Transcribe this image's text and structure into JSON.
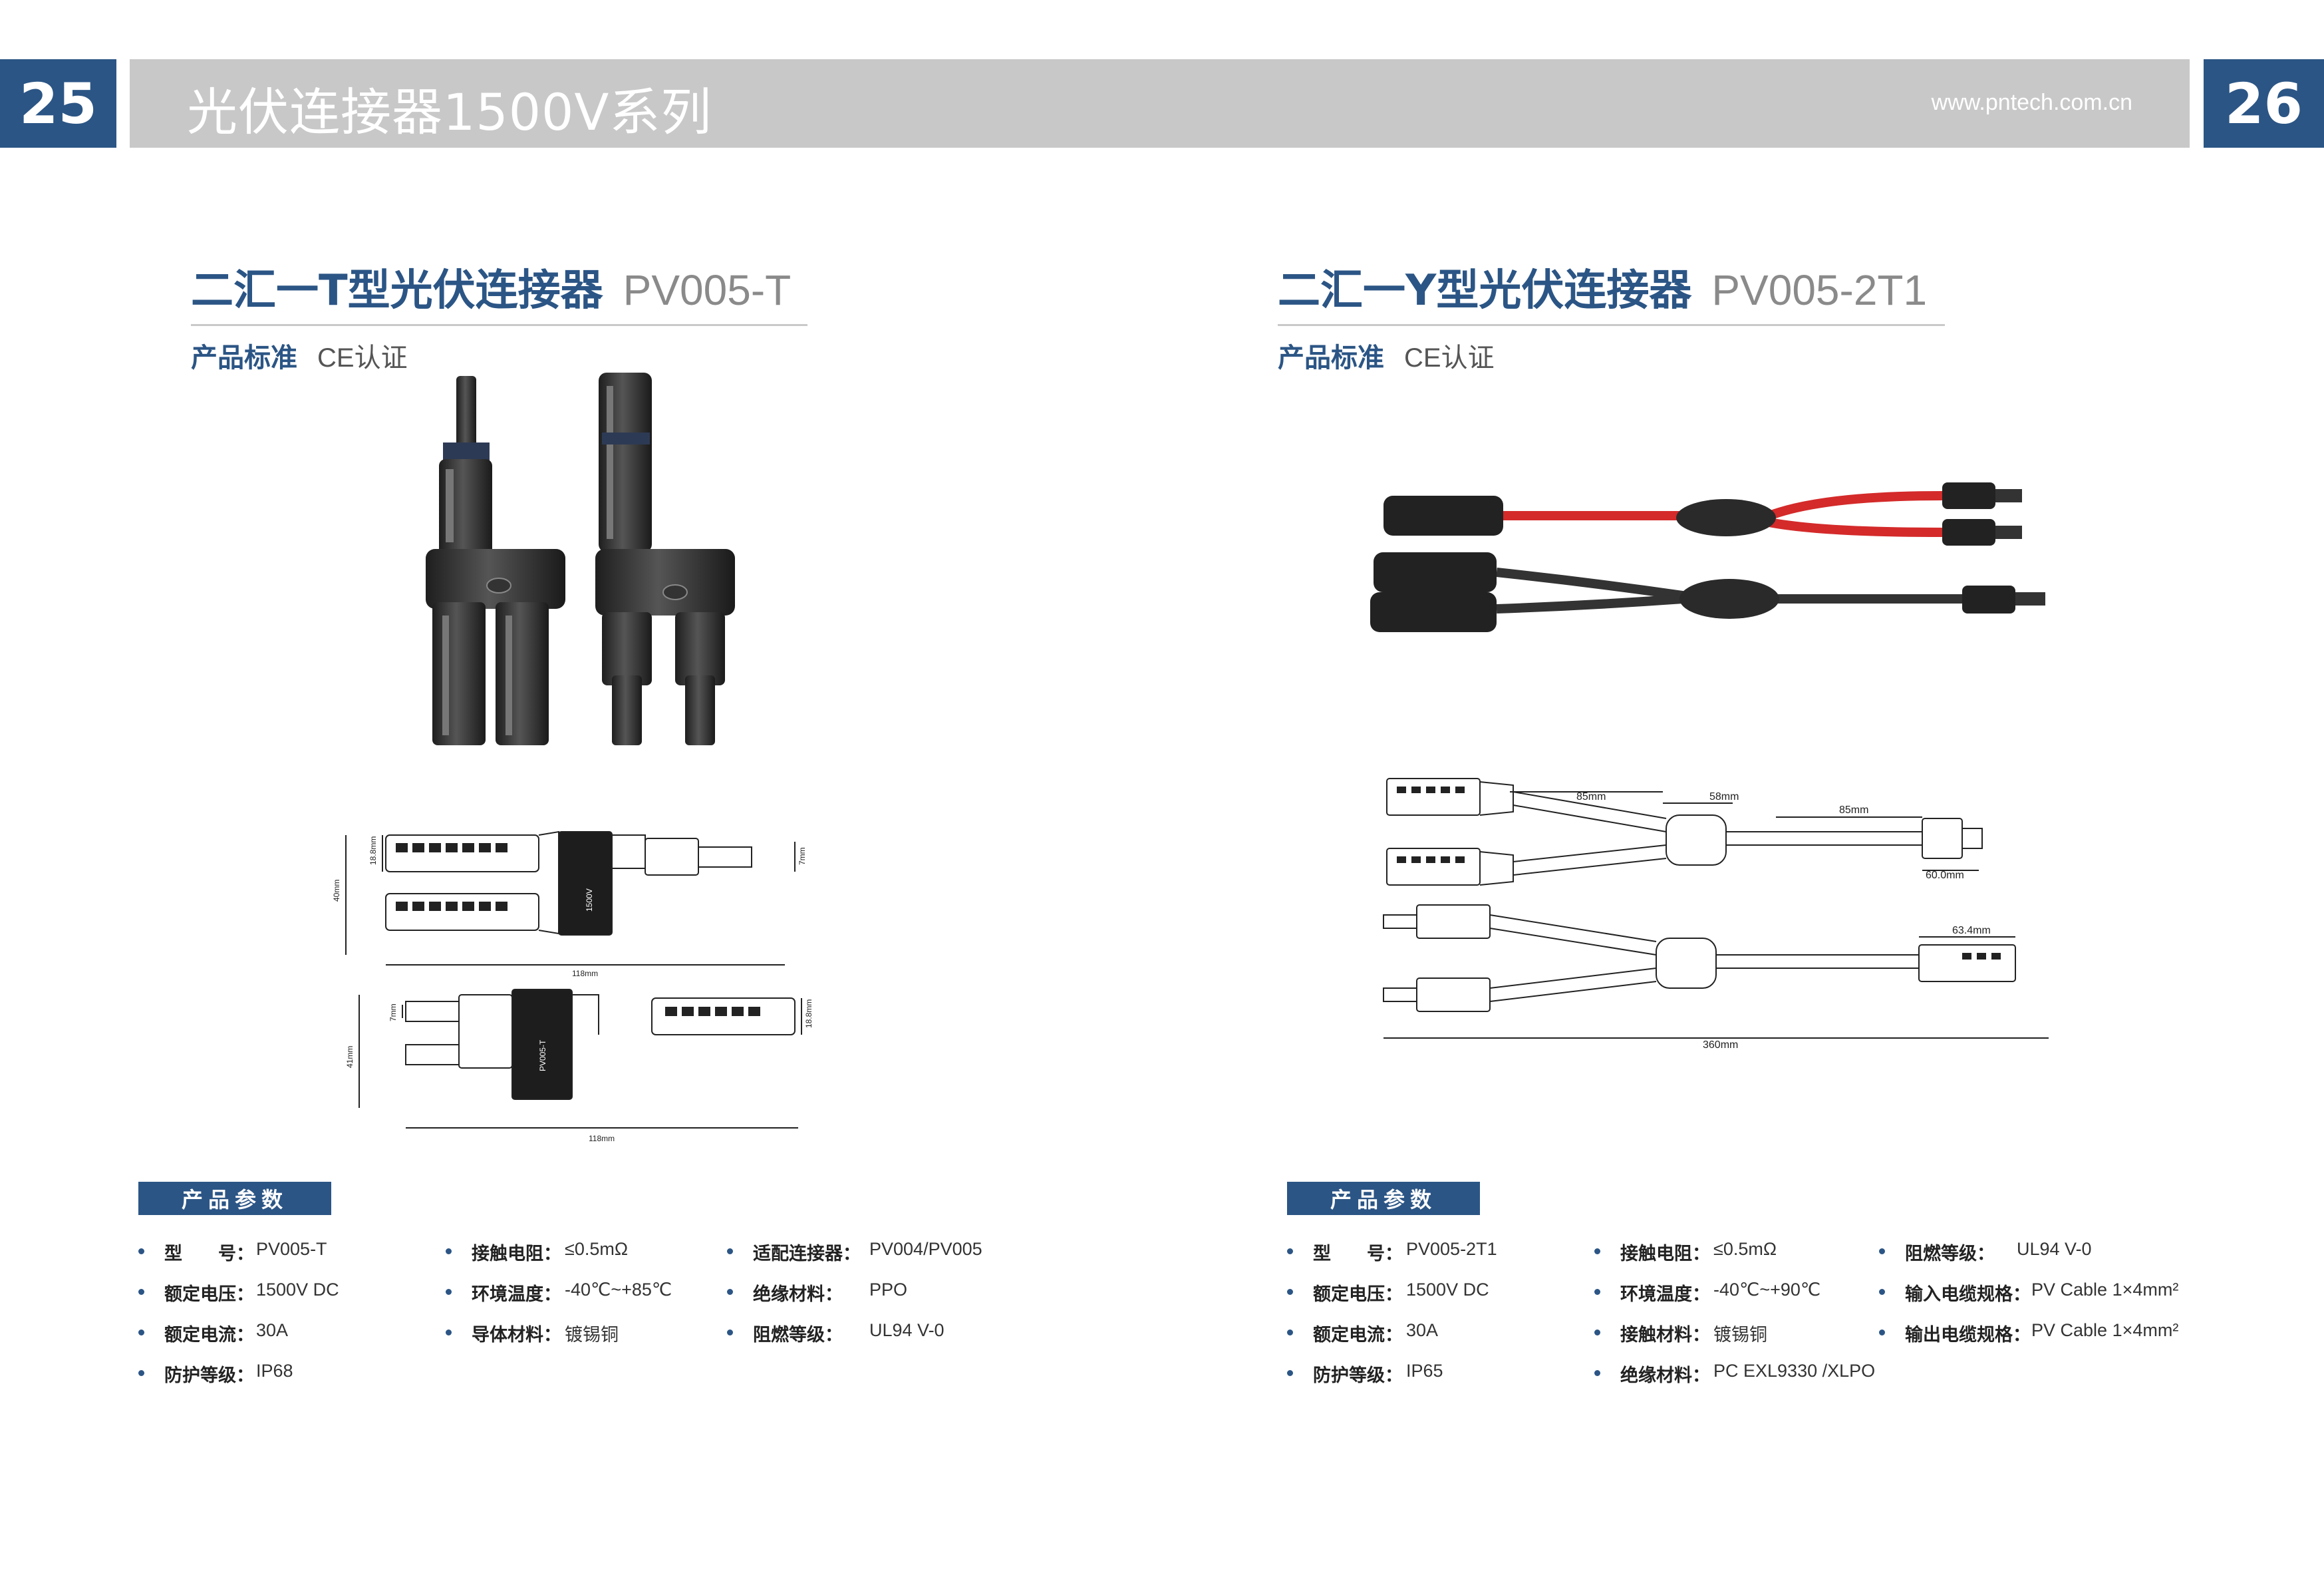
{
  "header": {
    "page_left": "25",
    "page_right": "26",
    "title": "光伏连接器1500V系列",
    "url": "www.pntech.com.cn"
  },
  "left": {
    "title": "二汇一T型光伏连接器",
    "code": "PV005-T",
    "standard_label": "产品标准",
    "standard_value": "CE认证",
    "params_title": "产品参数",
    "dims": {
      "d1": "18.8mm",
      "d2": "40mm",
      "d3": "7mm",
      "d4": "118mm",
      "d5": "41mm",
      "d6": "7mm",
      "d7": "18.8mm",
      "d8": "118mm",
      "mark1": "1500V",
      "mark2": "PV005-T"
    },
    "specs": [
      [
        {
          "k": "型　　号：",
          "v": "PV005-T"
        },
        {
          "k": "额定电压：",
          "v": "1500V DC"
        },
        {
          "k": "额定电流：",
          "v": "30A"
        },
        {
          "k": "防护等级：",
          "v": "IP68"
        }
      ],
      [
        {
          "k": "接触电阻：",
          "v": "≤0.5mΩ"
        },
        {
          "k": "环境温度：",
          "v": "-40℃~+85℃"
        },
        {
          "k": "导体材料：",
          "v": "镀锡铜"
        }
      ],
      [
        {
          "k": "适配连接器：",
          "v": "PV004/PV005"
        },
        {
          "k": "绝缘材料：",
          "v": "PPO"
        },
        {
          "k": "阻燃等级：",
          "v": "UL94 V-0"
        }
      ]
    ]
  },
  "right": {
    "title": "二汇一Y型光伏连接器",
    "code": "PV005-2T1",
    "standard_label": "产品标准",
    "standard_value": "CE认证",
    "params_title": "产品参数",
    "dims": {
      "d1": "85mm",
      "d2": "58mm",
      "d3": "85mm",
      "d4": "60.0mm",
      "d5": "63.4mm",
      "d6": "360mm"
    },
    "specs": [
      [
        {
          "k": "型　　号：",
          "v": "PV005-2T1"
        },
        {
          "k": "额定电压：",
          "v": "1500V DC"
        },
        {
          "k": "额定电流：",
          "v": "30A"
        },
        {
          "k": "防护等级：",
          "v": "IP65"
        }
      ],
      [
        {
          "k": "接触电阻：",
          "v": "≤0.5mΩ"
        },
        {
          "k": "环境温度：",
          "v": "-40℃~+90℃"
        },
        {
          "k": "接触材料：",
          "v": "镀锡铜"
        },
        {
          "k": "绝缘材料：",
          "v": "PC EXL9330 /XLPO"
        }
      ],
      [
        {
          "k": "阻燃等级：",
          "v": "UL94 V-0"
        },
        {
          "k": "输入电缆规格：",
          "v": "PV Cable 1×4mm²"
        },
        {
          "k": "输出电缆规格：",
          "v": "PV Cable 1×4mm²"
        }
      ]
    ]
  },
  "colors": {
    "brand": "#2b5585",
    "band": "#c8c8c8",
    "red_cable": "#d42a2a"
  }
}
